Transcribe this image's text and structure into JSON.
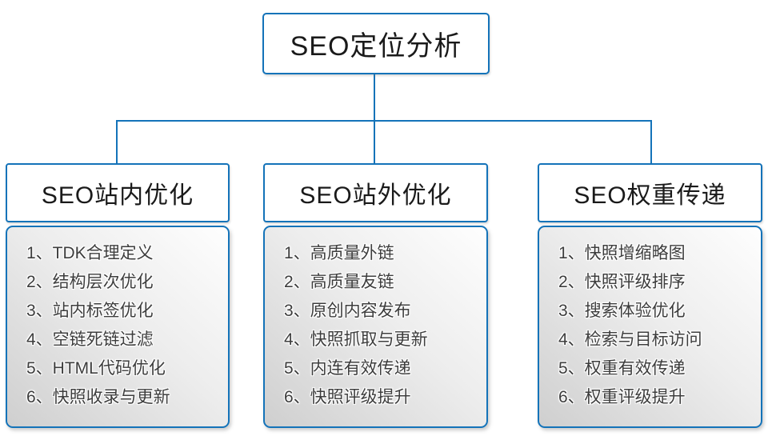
{
  "colors": {
    "accent": "#1473b9",
    "panel_gradient_light": "#fefefe",
    "panel_gradient_dark": "#cfcfcf",
    "text_dark": "#1a1a1a",
    "item_text": "#3d3d3d"
  },
  "root": {
    "title": "SEO定位分析"
  },
  "columns": [
    {
      "title": "SEO站内优化",
      "items": [
        "1、TDK合理定义",
        "2、结构层次优化",
        "3、站内标签优化",
        "4、空链死链过滤",
        "5、HTML代码优化",
        "6、快照收录与更新"
      ]
    },
    {
      "title": "SEO站外优化",
      "items": [
        "1、高质量外链",
        "2、高质量友链",
        "3、原创内容发布",
        "4、快照抓取与更新",
        "5、内连有效传递",
        "6、快照评级提升"
      ]
    },
    {
      "title": "SEO权重传递",
      "items": [
        "1、快照增缩略图",
        "2、快照评级排序",
        "3、搜索体验优化",
        "4、检索与目标访问",
        "5、权重有效传递",
        "6、权重评级提升"
      ]
    }
  ]
}
